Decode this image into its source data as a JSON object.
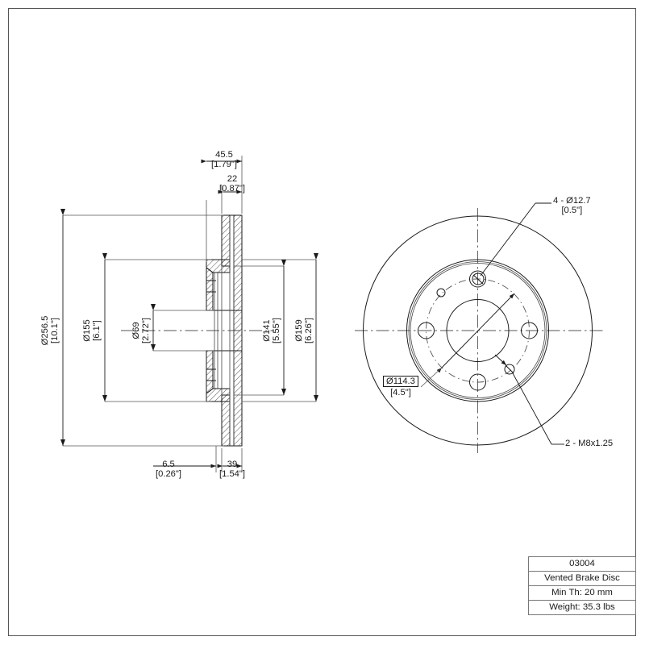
{
  "drawing": {
    "type": "engineering-drawing",
    "subject": "Vented Brake Disc (brake rotor) — section view and face view",
    "units_note": "millimeters with [inches] in brackets"
  },
  "title_block": {
    "part_number": "03004",
    "description": "Vented Brake Disc",
    "min_thickness": "Min Th: 20 mm",
    "weight": "Weight: 35.3 lbs"
  },
  "section_view": {
    "vertical_dimensions": [
      {
        "name": "outer-diameter",
        "mm": "Ø256.5",
        "in": "[10.1\"]"
      },
      {
        "name": "hat-flange-diameter",
        "mm": "Ø155",
        "in": "[6.1\"]"
      },
      {
        "name": "center-bore-diameter",
        "mm": "Ø69",
        "in": "[2.72\"]"
      },
      {
        "name": "inner-friction-diameter",
        "mm": "Ø141",
        "in": "[5.55\"]"
      },
      {
        "name": "vent-inner-diameter",
        "mm": "Ø159",
        "in": "[6.26\"]"
      }
    ],
    "top_dimensions": [
      {
        "name": "overall-height",
        "mm": "45.5",
        "in": "[1.79\"]"
      },
      {
        "name": "hat-offset",
        "mm": "22",
        "in": "[0.87\"]"
      }
    ],
    "bottom_dimensions": [
      {
        "name": "hat-wall-thickness",
        "mm": "6.5",
        "in": "[0.26\"]"
      },
      {
        "name": "disc-thickness",
        "mm": "39",
        "in": "[1.54\"]"
      }
    ]
  },
  "face_view": {
    "callouts": [
      {
        "name": "lug-hole-callout",
        "line1": "4 - Ø12.7",
        "line2": "[0.5\"]"
      },
      {
        "name": "bolt-circle-callout",
        "line1": "Ø114.3",
        "line2": "[4.5\"]",
        "boxed": true
      },
      {
        "name": "threaded-hole-callout",
        "line1": "2 - M8x1.25",
        "line2": ""
      }
    ]
  },
  "colors": {
    "line": "#1a1a1a",
    "thin_line": "#444444",
    "frame": "#555555",
    "background": "#ffffff"
  }
}
